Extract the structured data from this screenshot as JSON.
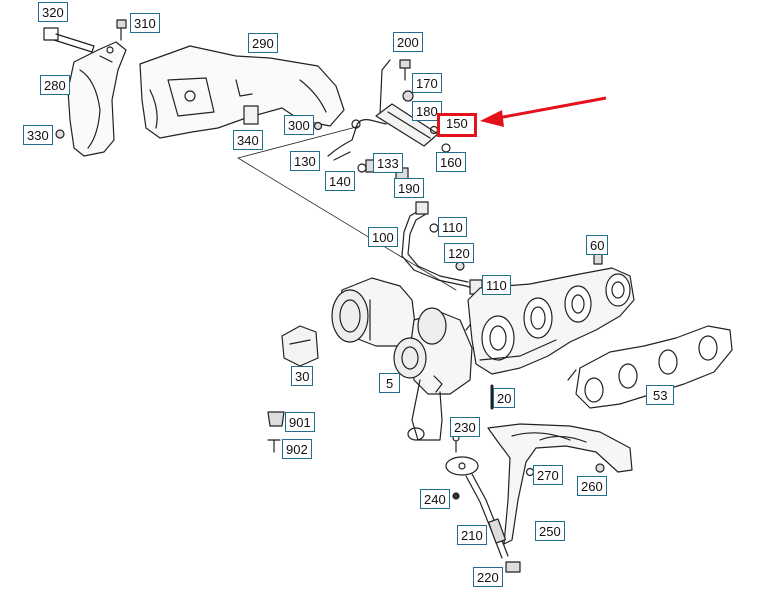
{
  "diagram": {
    "highlight_color": "#e3121b",
    "label_border_color": "#1f6e8c",
    "highlighted_part": "150",
    "labels": {
      "p320": "320",
      "p310": "310",
      "p290": "290",
      "p200": "200",
      "p170": "170",
      "p180": "180",
      "p150": "150",
      "p160": "160",
      "p280": "280",
      "p330": "330",
      "p340": "340",
      "p300": "300",
      "p130": "130",
      "p133": "133",
      "p140": "140",
      "p190": "190",
      "p110a": "110",
      "p100": "100",
      "p120": "120",
      "p60": "60",
      "p110b": "110",
      "p30": "30",
      "p5": "5",
      "p20": "20",
      "p53": "53",
      "p901": "901",
      "p902": "902",
      "p230": "230",
      "p270": "270",
      "p260": "260",
      "p240": "240",
      "p210": "210",
      "p250": "250",
      "p220": "220"
    }
  }
}
